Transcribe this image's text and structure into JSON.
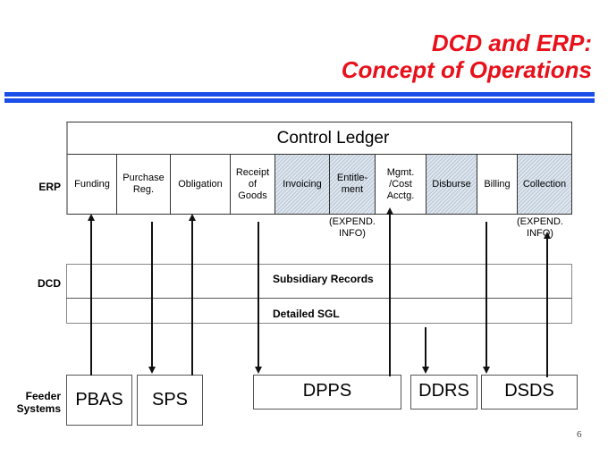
{
  "title": {
    "line1": "DCD and ERP:",
    "line2": "Concept of Operations",
    "color": "#e8101a",
    "rule_color": "#1a4ee8"
  },
  "rows": {
    "erp_label": "ERP",
    "dcd_label": "DCD",
    "feeder_label": "Feeder\nSystems"
  },
  "control_ledger": {
    "label": "Control Ledger"
  },
  "erp_columns": [
    {
      "label": "Funding",
      "hatched": false
    },
    {
      "label": "Purchase\nReg.",
      "hatched": false
    },
    {
      "label": "Obligation",
      "hatched": false
    },
    {
      "label": "Receipt\nof\nGoods",
      "hatched": false
    },
    {
      "label": "Invoicing",
      "hatched": true
    },
    {
      "label": "Entitle-\nment",
      "hatched": true
    },
    {
      "label": "Mgmt.\n/Cost\nAcctg.",
      "hatched": false
    },
    {
      "label": "Disburse",
      "hatched": true
    },
    {
      "label": "Billing",
      "hatched": false
    },
    {
      "label": "Collection",
      "hatched": true
    }
  ],
  "notes": [
    {
      "label": "(EXPEND.\nINFO)",
      "under": "Entitle-ment"
    },
    {
      "label": "(EXPEND.\nINFO)",
      "under": "Collection"
    }
  ],
  "dcd": {
    "subsidiary_records": "Subsidiary Records",
    "detailed_sgl": "Detailed SGL"
  },
  "feeder_systems": [
    {
      "label": "PBAS"
    },
    {
      "label": "SPS"
    },
    {
      "label": "DPPS"
    },
    {
      "label": "DDRS"
    },
    {
      "label": "DSDS"
    }
  ],
  "flows": [
    {
      "from": "PBAS",
      "to": "Funding",
      "direction": "up"
    },
    {
      "from": "Purchase Reg.",
      "to": "SPS",
      "direction": "down"
    },
    {
      "from": "SPS",
      "to": "Obligation",
      "direction": "up"
    },
    {
      "from": "Receipt of Goods",
      "to": "DPPS",
      "direction": "down"
    },
    {
      "from": "DPPS",
      "to": "Mgmt./Cost Acctg.",
      "direction": "up"
    },
    {
      "from": "DCD",
      "to": "DDRS",
      "direction": "down"
    },
    {
      "from": "Billing",
      "to": "DSDS",
      "direction": "down"
    },
    {
      "from": "DSDS",
      "to": "Collection",
      "direction": "up"
    }
  ],
  "page_number": "6",
  "hatch_color": "#b8c6d6"
}
